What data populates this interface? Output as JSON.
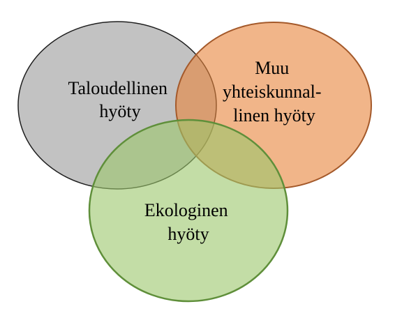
{
  "diagram": {
    "type": "venn",
    "sets": [
      {
        "id": "taloudellinen",
        "label_lines": [
          "Taloudellinen",
          "hyöty"
        ],
        "fill": "#9a9a9a",
        "stroke": "#1e1e1e"
      },
      {
        "id": "muu",
        "label_lines": [
          "Muu",
          "yhteiskunnal-",
          "linen hyöty"
        ],
        "fill": "#e8833a",
        "stroke": "#a4592a"
      },
      {
        "id": "ekologinen",
        "label_lines": [
          "Ekologinen",
          "hyöty"
        ],
        "fill": "#9bc76a",
        "stroke": "#5f8f3a"
      }
    ]
  }
}
